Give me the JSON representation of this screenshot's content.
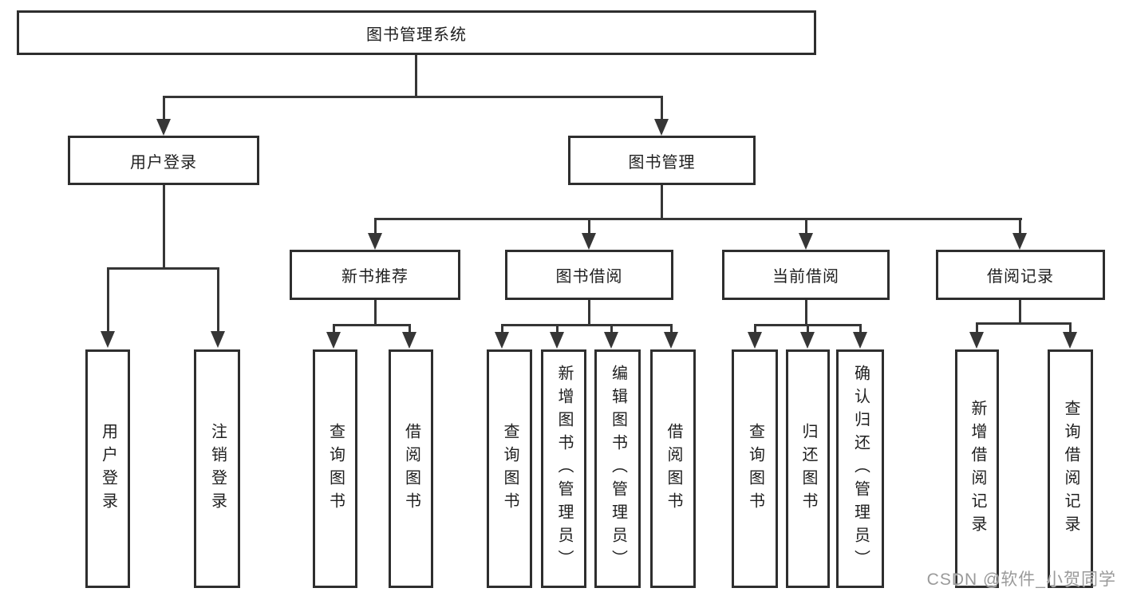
{
  "root": {
    "label": "图书管理系统"
  },
  "branches": {
    "user_login": {
      "label": "用户登录",
      "children": [
        "用户登录",
        "注销登录"
      ]
    },
    "book_mgmt": {
      "label": "图书管理",
      "children": {
        "new_books": {
          "label": "新书推荐",
          "children": [
            "查询图书",
            "借阅图书"
          ]
        },
        "book_borrow": {
          "label": "图书借阅",
          "children": [
            "查询图书",
            "新增图书（管理员）",
            "编辑图书（管理员）",
            "借阅图书"
          ]
        },
        "current_borrow": {
          "label": "当前借阅",
          "children": [
            "查询图书",
            "归还图书",
            "确认归还（管理员）"
          ]
        },
        "borrow_records": {
          "label": "借阅记录",
          "children": [
            "新增借阅记录",
            "查询借阅记录"
          ]
        }
      }
    }
  },
  "watermark": "CSDN @软件_小贺同学",
  "colors": {
    "line": "#363636",
    "box_border": "#2e2e2e",
    "text": "#1f1f1f",
    "watermark": "#9a9a9a",
    "background": "#ffffff"
  }
}
